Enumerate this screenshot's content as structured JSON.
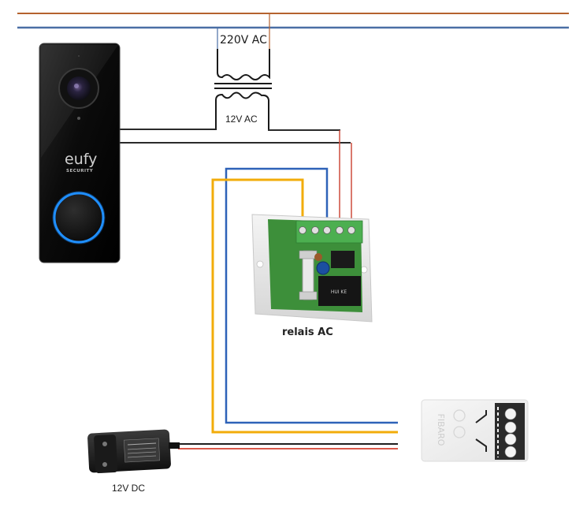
{
  "title": "Doorbell relay wiring diagram",
  "labels": {
    "mains_voltage": "220V AC",
    "transformer_secondary": "12V AC",
    "relay": "relais AC",
    "dc_supply": "12V DC"
  },
  "doorbell": {
    "brand": "eufy",
    "sub_brand": "SECURITY"
  },
  "components": [
    {
      "id": "doorbell",
      "label": "eufy SECURITY video doorbell"
    },
    {
      "id": "transformer",
      "label": "220V AC / 12V AC transformer"
    },
    {
      "id": "relay",
      "label": "relais AC"
    },
    {
      "id": "fibaro-module",
      "label": "FIBARO"
    },
    {
      "id": "power-adapter",
      "label": "12V DC"
    }
  ],
  "wire_colors": {
    "live": "#b5622e",
    "neutral": "#4a6fa5",
    "low_voltage": "#2a2a2a",
    "relay_feed": "#cc4a3a",
    "signal_blue": "#2e62b8",
    "signal_yellow": "#f2ac0a",
    "dc_positive": "#d9584a",
    "dc_negative": "#1e1e1e"
  },
  "fibaro": {
    "brand": "FIBARO",
    "terminals": 4
  },
  "relay_board": {
    "terminals": 5,
    "relay_text": "HUI KE"
  }
}
